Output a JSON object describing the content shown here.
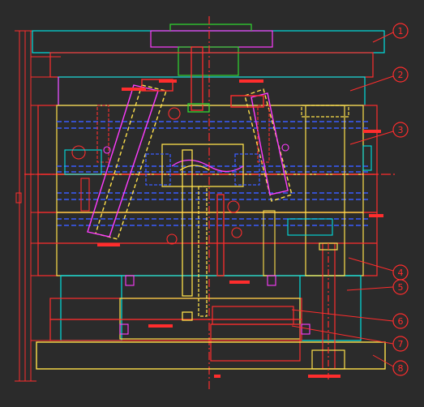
{
  "drawing": {
    "callouts": [
      {
        "number": "1"
      },
      {
        "number": "2"
      },
      {
        "number": "3"
      },
      {
        "number": "4"
      },
      {
        "number": "5"
      },
      {
        "number": "6"
      },
      {
        "number": "7"
      },
      {
        "number": "8"
      }
    ]
  },
  "colors": {
    "background": "#2b2b2b",
    "plate_outline": "#ff2d2d",
    "cyan": "#00e0e0",
    "yellow": "#ffe14a",
    "magenta": "#ff3cff",
    "blue_dashed": "#3a5cff",
    "green": "#31d831",
    "white": "#f2f2f2"
  }
}
